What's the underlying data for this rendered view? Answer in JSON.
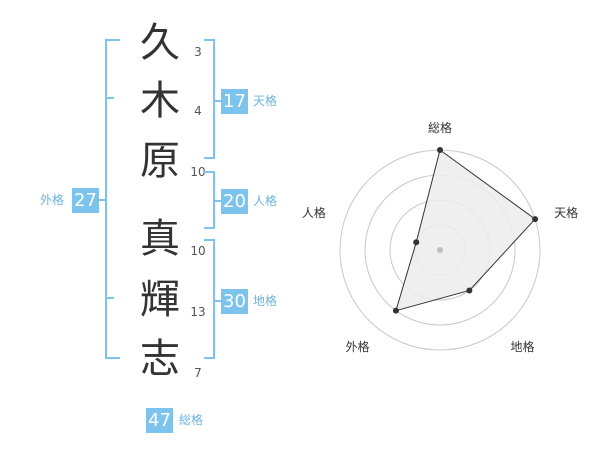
{
  "name": {
    "characters": [
      {
        "char": "久",
        "strokes": "3"
      },
      {
        "char": "木",
        "strokes": "4"
      },
      {
        "char": "原",
        "strokes": "10"
      },
      {
        "char": "真",
        "strokes": "10"
      },
      {
        "char": "輝",
        "strokes": "13"
      },
      {
        "char": "志",
        "strokes": "7"
      }
    ]
  },
  "fortunes": {
    "tenkaku": {
      "label": "天格",
      "value": "17"
    },
    "jinkaku": {
      "label": "人格",
      "value": "20"
    },
    "chikaku": {
      "label": "地格",
      "value": "30"
    },
    "gaikaku": {
      "label": "外格",
      "value": "27"
    },
    "soukaku": {
      "label": "総格",
      "value": "47"
    }
  },
  "colors": {
    "accent": "#7cc3ee",
    "bracket": "#7cc3ee",
    "label": "#6bb3e0",
    "radar_fill": "#ececec",
    "radar_line": "#333333"
  },
  "chart_data": {
    "type": "radar",
    "axes": [
      "総格",
      "天格",
      "地格",
      "外格",
      "人格"
    ],
    "values": [
      4,
      4,
      2,
      3,
      1
    ],
    "range": [
      0,
      4
    ],
    "rings": 4
  }
}
